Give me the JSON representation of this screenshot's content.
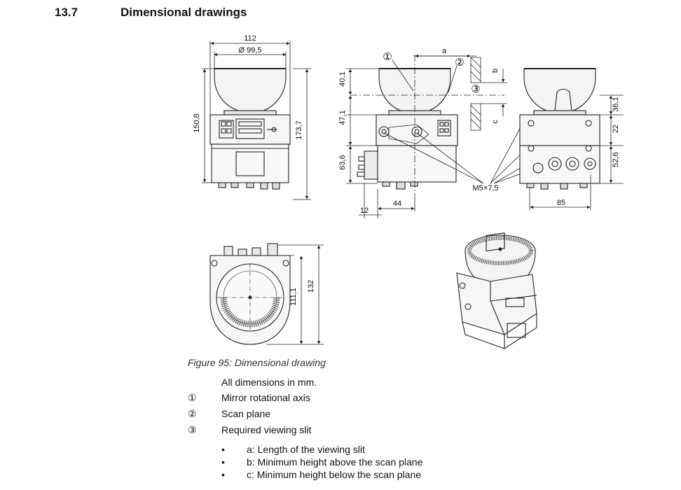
{
  "section": {
    "number": "13.7",
    "title": "Dimensional drawings"
  },
  "dims": {
    "front_width": "112",
    "front_diameter": "Ø 99,5",
    "front_height_left": "150,8",
    "front_height_right": "173,7",
    "side_top": "40,1",
    "side_mid": "47,1",
    "side_bottom": "63,6",
    "side_offset": "12",
    "side_depth": "44",
    "slit_a": "a",
    "slit_b": "b",
    "slit_c": "c",
    "screw": "M5×7,5",
    "back_h1": "36,1",
    "back_h2": "22",
    "back_h3": "52,6",
    "back_width": "85",
    "top_h1": "111,1",
    "top_h2": "132"
  },
  "markers": {
    "m1": "①",
    "m2": "②",
    "m3": "③"
  },
  "figure": {
    "caption": "Figure 95: Dimensional drawing",
    "note": "All dimensions in mm.",
    "legend": [
      {
        "num": "①",
        "text": "Mirror rotational axis"
      },
      {
        "num": "②",
        "text": "Scan plane"
      },
      {
        "num": "③",
        "text": "Required viewing slit"
      }
    ],
    "bullets": [
      {
        "mark": "•",
        "text": "a: Length of the viewing slit"
      },
      {
        "mark": "•",
        "text": "b: Minimum height above the scan plane"
      },
      {
        "mark": "•",
        "text": "c: Minimum height below the scan plane"
      }
    ]
  }
}
